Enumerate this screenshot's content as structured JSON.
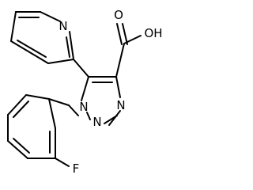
{
  "atoms": {
    "pyridine_n": "N",
    "acid_o": "O",
    "acid_oh": "OH",
    "triazole_n1": "N",
    "triazole_n2": "N",
    "triazole_n3": "N",
    "fluorine": "F"
  }
}
